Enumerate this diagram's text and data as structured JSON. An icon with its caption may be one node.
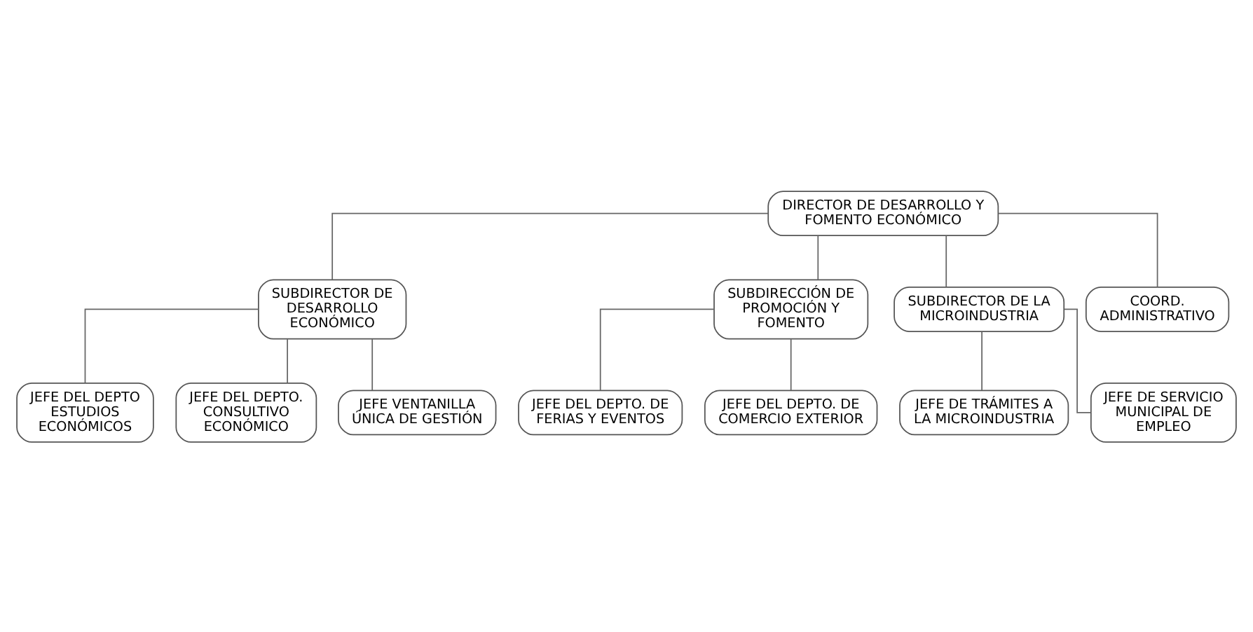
{
  "diagram": {
    "nodes": [
      {
        "text": [
          "DIRECTOR DE DESARROLLO Y FOMENTO ECONÓMICO"
        ]
      },
      {
        "text": [
          "SUBDIRECTOR DE DESARROLLO ECONÓMICO"
        ]
      },
      {
        "text": [
          "SUBDIRECCIÓN DE PROMOCIÓN Y FOMENTO"
        ]
      },
      {
        "text": [
          "SUBDIRECTOR DE LA MICROINDUSTRIA"
        ]
      },
      {
        "text": [
          "COORD. ADMINISTRATIVO"
        ]
      },
      {
        "text": [
          "JEFE DEL DEPTO ESTUDIOS ECONÓMICOS"
        ]
      },
      {
        "text": [
          "JEFE DEL DEPTO. CONSULTIVO ECONÓMICO"
        ]
      },
      {
        "text": [
          "JEFE VENTANILLA ÚNICA DE GESTIÓN"
        ]
      },
      {
        "text": [
          "JEFE DEL DEPTO. DE FERIAS Y EVENTOS"
        ]
      },
      {
        "text": [
          "JEFE DEL DEPTO. DE COMERCIO EXTERIOR"
        ]
      },
      {
        "text": [
          "JEFE DE TRÁMITES A LA MICROINDUSTRIA"
        ]
      },
      {
        "text": [
          "JEFE DE SERVICIO MUNICIPAL DE EMPLEO"
        ]
      }
    ],
    "edges": [
      {
        "from": 0,
        "to": 1,
        "arrow": "none"
      },
      {
        "from": 0,
        "to": 2,
        "arrow": "none"
      },
      {
        "from": 0,
        "to": 3,
        "arrow": "none"
      },
      {
        "from": 0,
        "to": 4,
        "arrow": "none"
      },
      {
        "from": 1,
        "to": 5,
        "arrow": "none"
      },
      {
        "from": 1,
        "to": 6,
        "arrow": "none"
      },
      {
        "from": 1,
        "to": 7,
        "arrow": "none"
      },
      {
        "from": 2,
        "to": 8,
        "arrow": "none"
      },
      {
        "from": 2,
        "to": 9,
        "arrow": "none"
      },
      {
        "from": 3,
        "to": 10,
        "arrow": "none"
      },
      {
        "from": 3,
        "to": 11,
        "arrow": "none"
      }
    ]
  }
}
